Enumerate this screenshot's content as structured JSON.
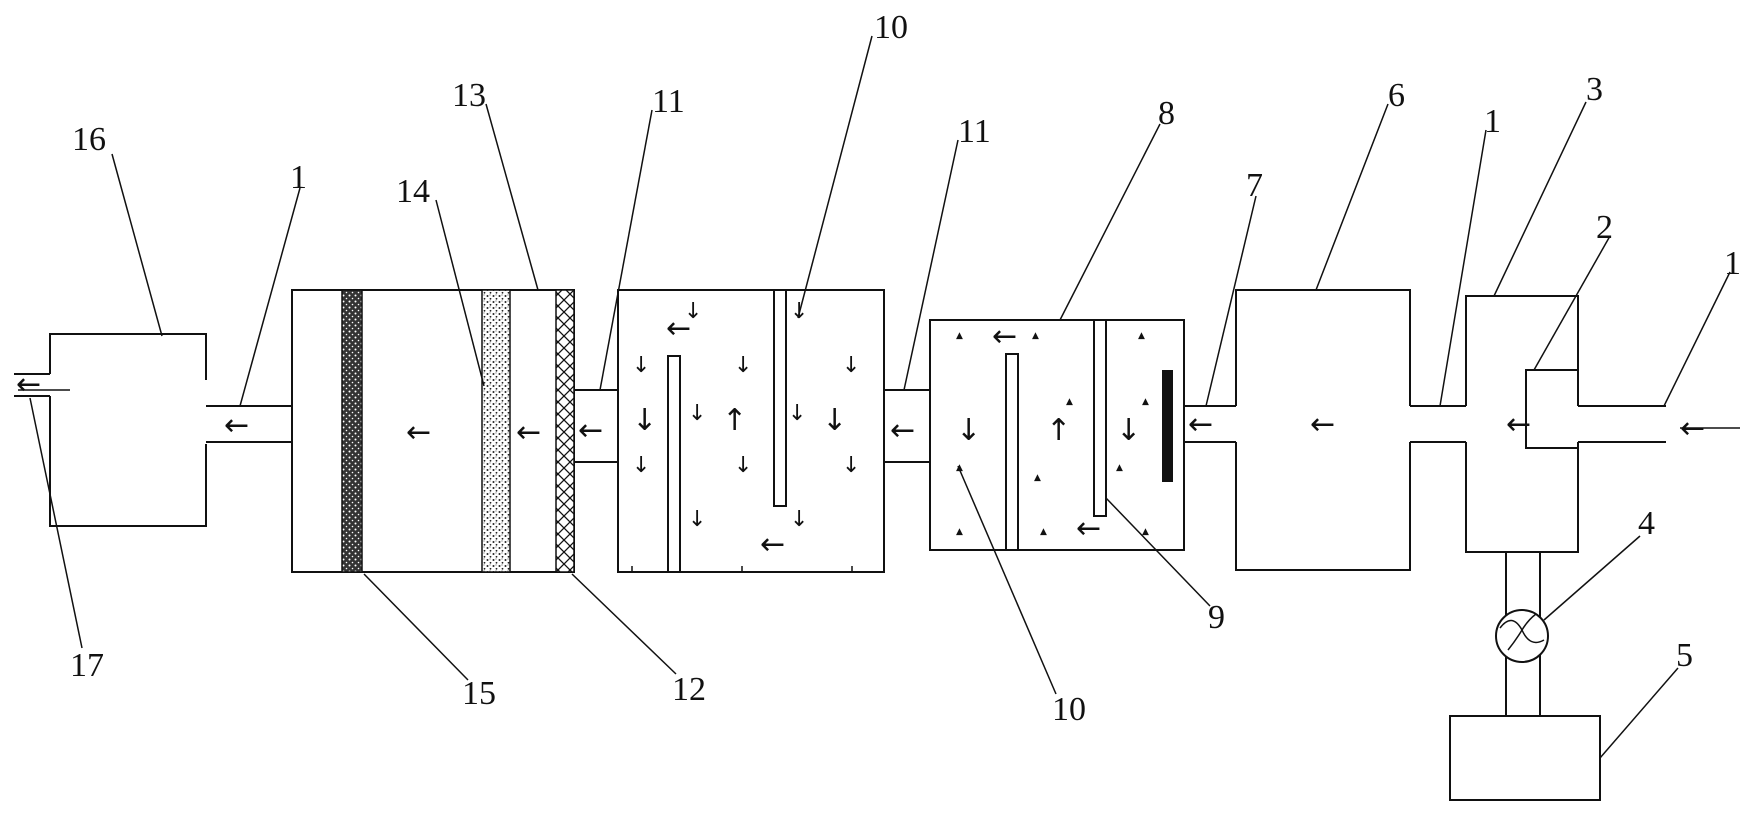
{
  "arrows": {
    "left": "←",
    "down": "↓",
    "up": "↑",
    "small_down": "↓"
  },
  "labels": {
    "l1_a": "1",
    "l1_b": "1",
    "l1_c": "1",
    "l2": "2",
    "l3": "3",
    "l4": "4",
    "l5": "5",
    "l6": "6",
    "l7": "7",
    "l8": "8",
    "l9": "9",
    "l10_a": "10",
    "l10_b": "10",
    "l11_a": "11",
    "l11_b": "11",
    "l12": "12",
    "l13": "13",
    "l14": "14",
    "l15": "15",
    "l16": "16",
    "l17": "17"
  }
}
